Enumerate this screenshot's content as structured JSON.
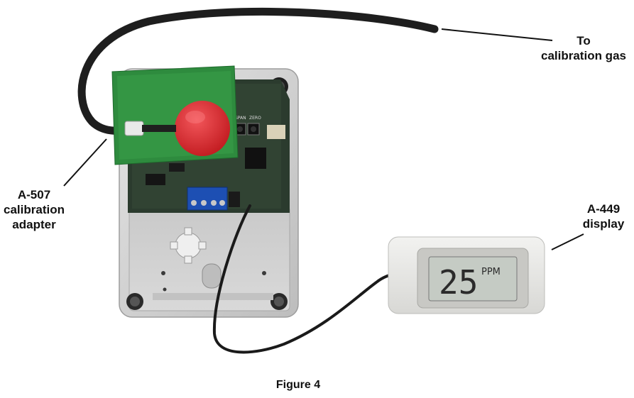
{
  "labels": {
    "gas_line1": "To",
    "gas_line2": "calibration gas",
    "adapter_line1": "A-507",
    "adapter_line2": "calibration",
    "adapter_line3": "adapter",
    "display_line1": "A-449",
    "display_line2": "display"
  },
  "display_reading": {
    "value": "25",
    "unit": "PPM"
  },
  "board_text": {
    "span": "SPAN",
    "zero": "ZERO"
  },
  "caption": "Figure 4"
}
